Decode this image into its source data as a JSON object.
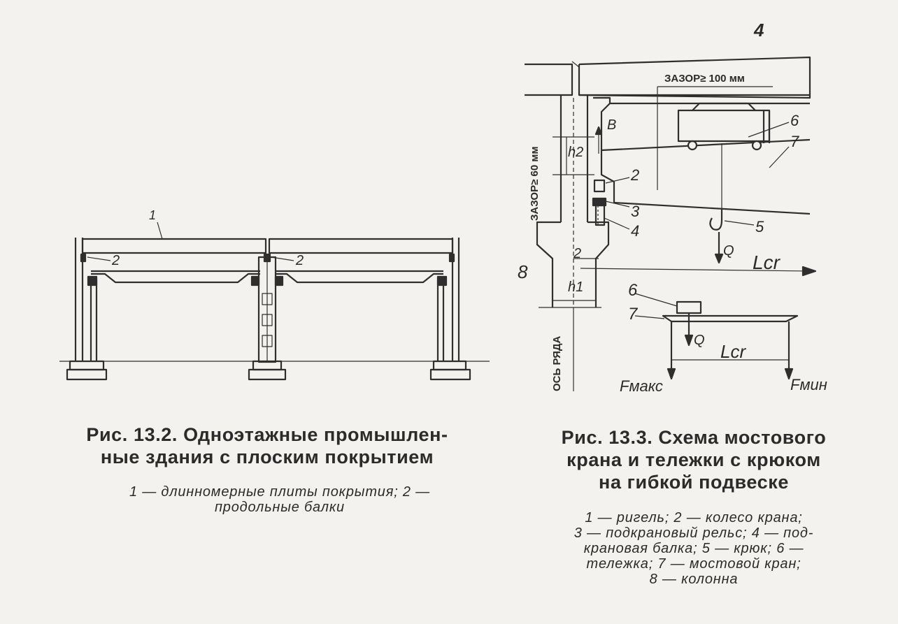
{
  "fig_13_2": {
    "callouts": {
      "c1": "1",
      "c2a": "2",
      "c2b": "2"
    },
    "caption_line1": "Рис. 13.2. Одноэтажные промышлен-",
    "caption_line2": "ные здания с плоским покрытием",
    "legend_line1": "1 — длинномерные плиты покрытия; 2 —",
    "legend_line2": "продольные балки"
  },
  "fig_13_3": {
    "callouts": {
      "c4top": "4",
      "c6": "6",
      "c7": "7",
      "c2": "2",
      "c3": "3",
      "c4": "4",
      "c5": "5",
      "c8": "8",
      "c6b": "6",
      "c7b": "7"
    },
    "dims": {
      "gap_top": "ЗАЗОР≥ 100 мм",
      "gap_side": "ЗАЗОР≥ 60 мм",
      "b": "В",
      "h2": "h2",
      "h1": "h1",
      "z": "2",
      "lcr": "Lcr",
      "q": "Q",
      "lcr2": "Lcr",
      "q2": "Q",
      "fmax": "Fмакс",
      "fmin": "Fмин",
      "axis": "ОСЬ РЯДА"
    },
    "caption_line1": "Рис. 13.3.  Схема мостового",
    "caption_line2": "крана  и  тележки  с  крюком",
    "caption_line3": "на гибкой подвеске",
    "legend_line1": "1 — ригель;   2 — колесо   крана;",
    "legend_line2": "3 — подкрановый рельс; 4 — под-",
    "legend_line3": "крановая  балка;  5 — крюк;  6 —",
    "legend_line4": "тележка;    7 — мостовой    кран;",
    "legend_line5": "8 — колонна"
  }
}
